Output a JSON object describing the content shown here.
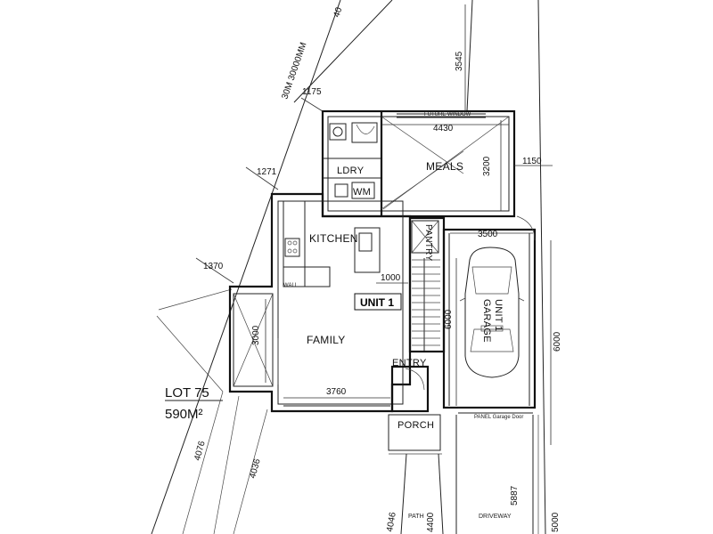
{
  "lot": {
    "name": "LOT 75",
    "area": "590M²"
  },
  "unit_label": "UNIT 1",
  "rooms": {
    "meals": "MEALS",
    "kitchen": "KITCHEN",
    "family": "FAMILY",
    "ldry": "LDRY",
    "wm": "WM",
    "pantry": "PANTRY",
    "garage_line1": "UNIT 1",
    "garage_line2": "GARAGE",
    "entry": "ENTRY",
    "porch": "PORCH",
    "path": "PATH",
    "driveway": "DRIVEWAY"
  },
  "dimensions": {
    "d4430": "4430",
    "d3545": "3545",
    "d3200": "3200",
    "d1150": "1150",
    "d3500": "3500",
    "d6000a": "6000",
    "d6000b": "6000",
    "d1000": "1000",
    "d3000": "3000",
    "d3760": "3760",
    "d1175": "1175",
    "d1271": "1271",
    "d1370": "1370",
    "d4076": "4076",
    "d4036": "4036",
    "d4046": "4046",
    "d4400": "4400",
    "d5887": "5887",
    "d5000": "5000",
    "street": "30M 30000MM",
    "top40": "40"
  },
  "notes": {
    "window_note": "FUTURE WINDOW",
    "garage_door": "PANEL Garage Door",
    "kitchen_wall": "WALL"
  }
}
